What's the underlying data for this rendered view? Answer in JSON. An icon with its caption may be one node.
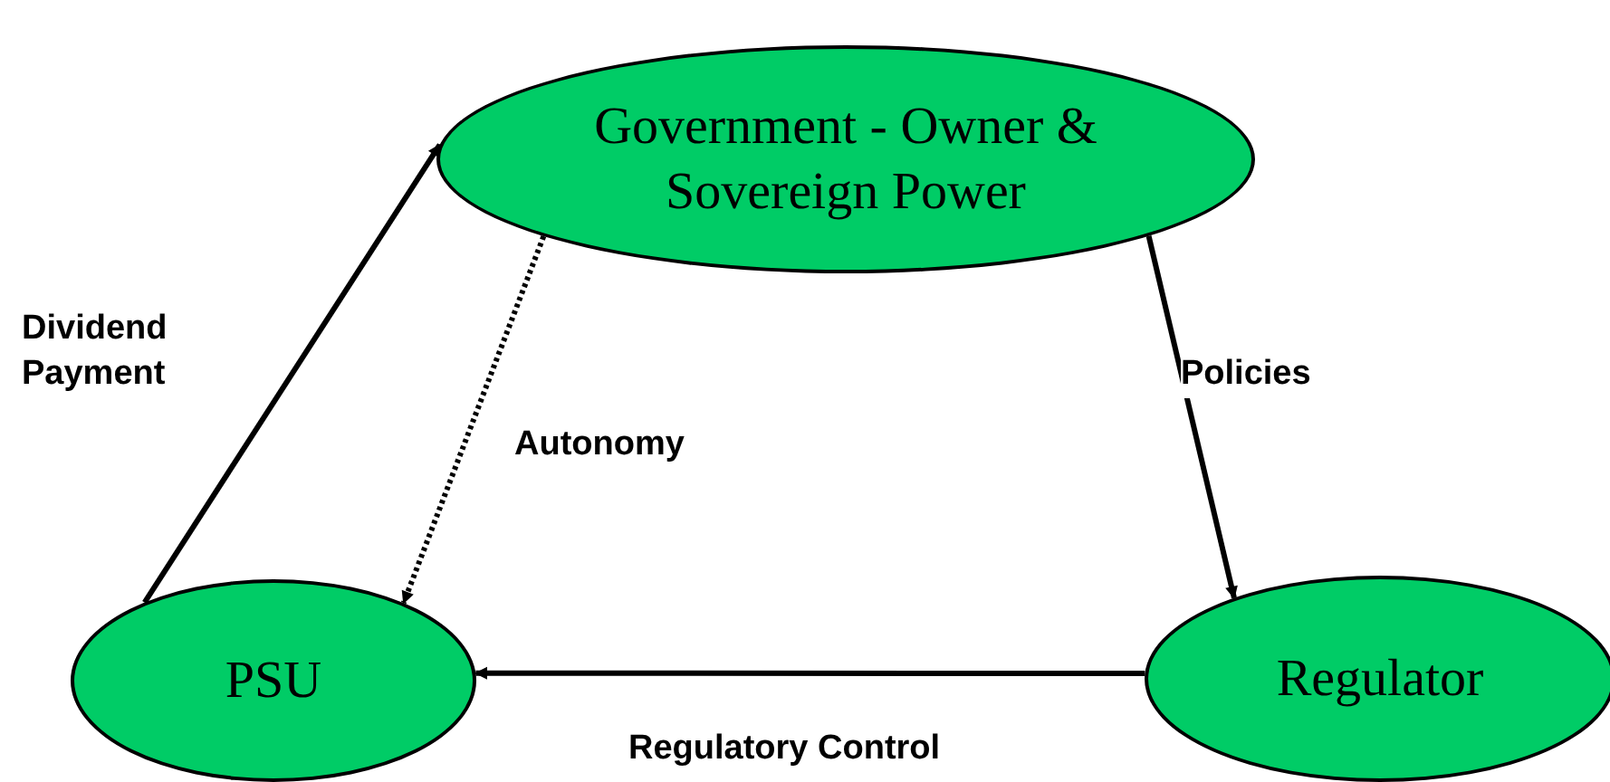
{
  "diagram": {
    "nodes": [
      {
        "text": [
          "Government - Owner & Sovereign Power"
        ]
      },
      {
        "text": [
          "PSU"
        ]
      },
      {
        "text": [
          "Regulator"
        ]
      }
    ],
    "edges": [
      {
        "from": 1,
        "to": 0,
        "arrow": "to",
        "label": "Dividend Payment"
      },
      {
        "from": 0,
        "to": 1,
        "arrow": "to",
        "label": "Autonomy",
        "style": "dashed"
      },
      {
        "from": 0,
        "to": 2,
        "arrow": "to",
        "label": "Policies"
      },
      {
        "from": 2,
        "to": 1,
        "arrow": "to",
        "label": "Regulatory Control"
      }
    ]
  }
}
